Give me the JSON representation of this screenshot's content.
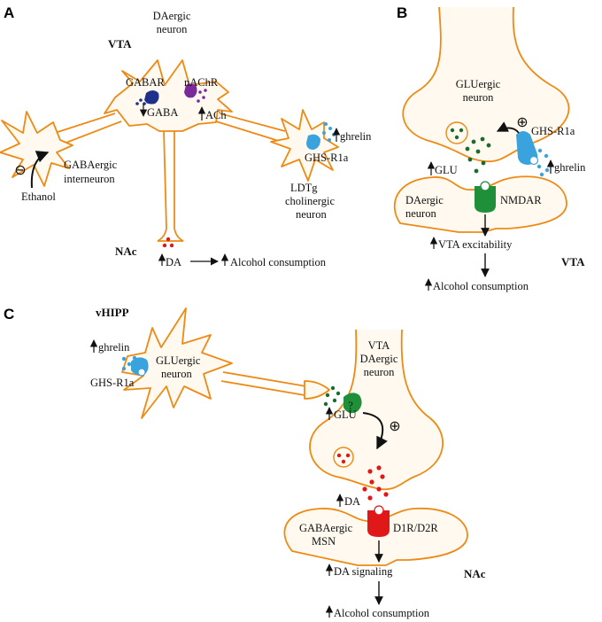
{
  "panels": {
    "a": "A",
    "b": "B",
    "c": "C"
  },
  "colors": {
    "neuron_outline": "#ee8a14",
    "gabar": "#1f2f8a",
    "nachr": "#7a2a9a",
    "ghs_r1a": "#3aa3dd",
    "nmdar": "#1f8f3a",
    "d1r_d2r": "#e01818",
    "glutamate": "#1c6b2e",
    "dopamine": "#e01818"
  },
  "panel_a": {
    "region_vta": "VTA",
    "region_nac": "NAc",
    "da_neuron_line1": "DAergic",
    "da_neuron_line2": "neuron",
    "gabar": "GABAR",
    "nachr": "nAChR",
    "gaba": "GABA",
    "ach": "ACh",
    "gaba_inter_line1": "GABAergic",
    "gaba_inter_line2": "interneuron",
    "ethanol": "Ethanol",
    "inhibit_symbol": "⊖",
    "ghrelin": "ghrelin",
    "ghs_r1a": "GHS-R1a",
    "ldtg_line1": "LDTg",
    "ldtg_line2": "cholinergic",
    "ldtg_line3": "neuron",
    "da": "DA",
    "alcohol": "Alcohol consumption"
  },
  "panel_b": {
    "glu_neuron_line1": "GLUergic",
    "glu_neuron_line2": "neuron",
    "ghs_r1a": "GHS-R1a",
    "ghrelin": "ghrelin",
    "glu": "GLU",
    "da_neuron_line1": "DAergic",
    "da_neuron_line2": "neuron",
    "nmdar": "NMDAR",
    "vta_excitability": "VTA excitability",
    "region_vta": "VTA",
    "alcohol": "Alcohol consumption",
    "plus_symbol": "⊕"
  },
  "panel_c": {
    "region_vhipp": "vHIPP",
    "ghrelin": "ghrelin",
    "ghs_r1a": "GHS-R1a",
    "glu_neuron_line1": "GLUergic",
    "glu_neuron_line2": "neuron",
    "vta_line1": "VTA",
    "vta_line2": "DAergic",
    "vta_line3": "neuron",
    "glu": "GLU",
    "question": "?",
    "plus_symbol": "⊕",
    "da": "DA",
    "msn_line1": "GABAergic",
    "msn_line2": "MSN",
    "d1r_d2r": "D1R/D2R",
    "da_signaling": "DA signaling",
    "region_nac": "NAc",
    "alcohol": "Alcohol consumption"
  }
}
